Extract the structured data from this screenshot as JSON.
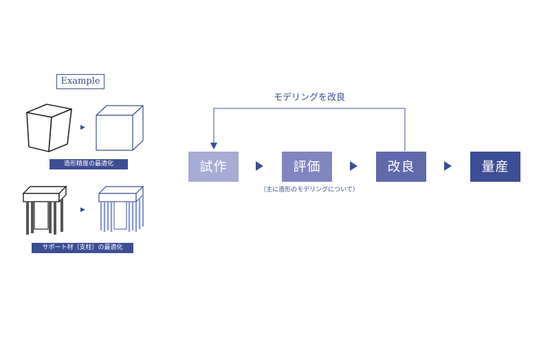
{
  "example": {
    "label": "Example"
  },
  "examples": [
    {
      "caption": "造形精度の最適化"
    },
    {
      "caption": "サポート材（支柱）の最適化"
    }
  ],
  "example_arrow": "▶",
  "flow": {
    "steps": [
      "試作",
      "評価",
      "改良",
      "量産"
    ],
    "loop_label": "モデリングを改良",
    "note": "（主に造形のモデリングについて）"
  },
  "colors": {
    "accent": "#3c4e94",
    "step1": "#a7acd5",
    "step2": "#8286c0",
    "step3": "#5f69ac",
    "step4": "#3c4e94"
  }
}
